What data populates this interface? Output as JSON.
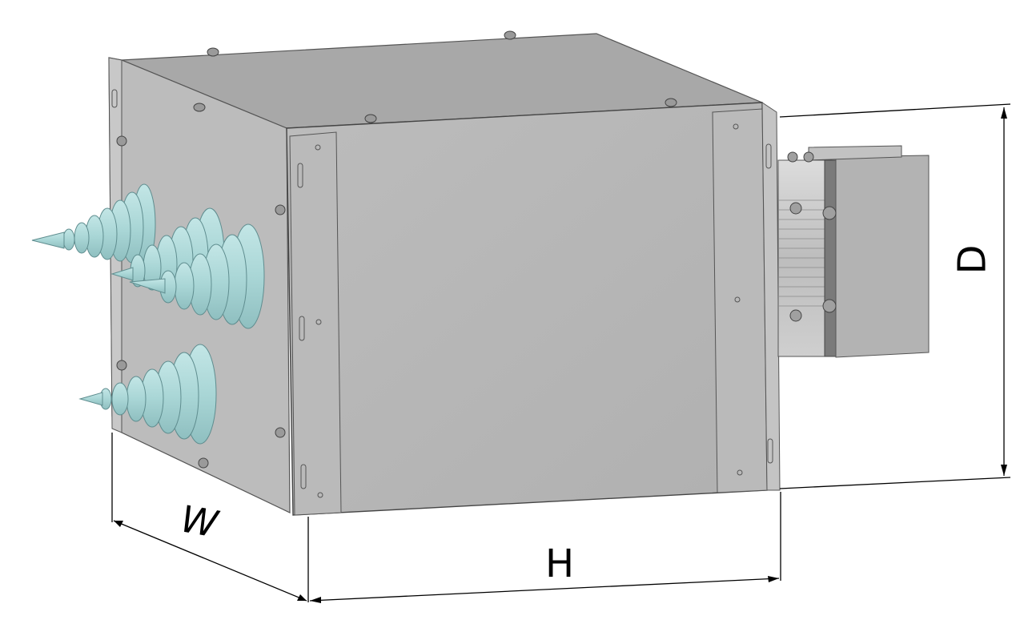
{
  "figure": {
    "dimension_labels": {
      "width": "W",
      "height": "H",
      "depth": "D"
    },
    "components": [
      "enclosure-box",
      "insulator-bushings",
      "cooling-heatsink",
      "dimension-lines"
    ],
    "colors": {
      "enclosure_front": "#b5b5b5",
      "enclosure_top": "#a6a6a6",
      "enclosure_side": "#bdbdbd",
      "insulator": "#a9d6d6",
      "heatsink": "#c6c6c6",
      "line": "#000000"
    }
  }
}
